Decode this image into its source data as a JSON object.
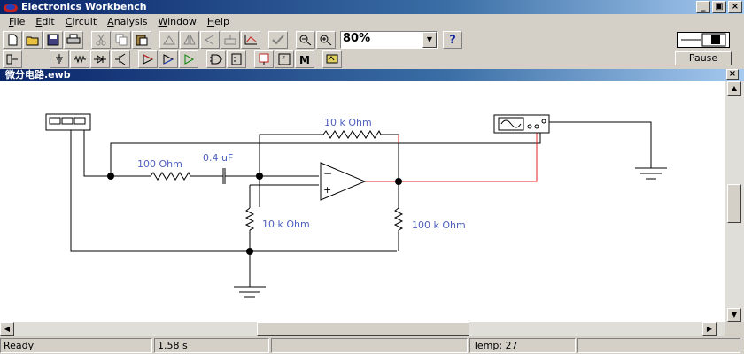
{
  "window": {
    "title": "Electronics Workbench",
    "minimize": "_",
    "restore": "▣",
    "close": "×"
  },
  "menu": [
    {
      "key": "F",
      "rest": "ile"
    },
    {
      "key": "E",
      "rest": "dit"
    },
    {
      "key": "C",
      "rest": "ircuit"
    },
    {
      "key": "A",
      "rest": "nalysis"
    },
    {
      "key": "W",
      "rest": "indow"
    },
    {
      "key": "H",
      "rest": "elp"
    }
  ],
  "toolbar": {
    "zoom_value": "80%",
    "help_label": "?",
    "pause_label": "Pause"
  },
  "document": {
    "title": "微分电路.ewb",
    "close": "×"
  },
  "circuit": {
    "r_in_label": "100  Ohm",
    "c_label": "0.4 uF",
    "r_feedback_label": "10 k Ohm",
    "r_bias_label": "10 k Ohm",
    "r_load_label": "100 k Ohm",
    "opamp_minus": "−",
    "opamp_plus": "+"
  },
  "status": {
    "ready": "Ready",
    "time": "1.58 s",
    "temp": "Temp:  27"
  },
  "colors": {
    "wire": "#000000",
    "probe_wire": "#e02020",
    "label": "#5060c0"
  }
}
